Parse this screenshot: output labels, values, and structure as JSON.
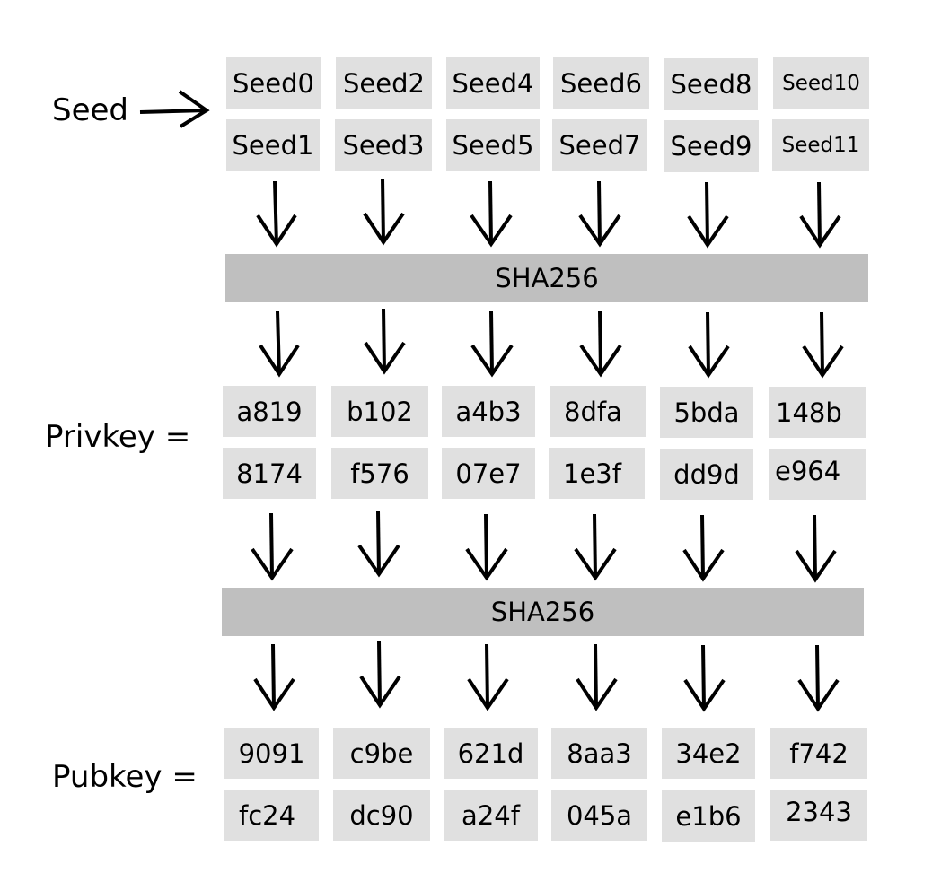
{
  "labels": {
    "seed": "Seed",
    "privkey": "Privkey =",
    "pubkey": "Pubkey ="
  },
  "hash_bars": [
    "SHA256",
    "SHA256"
  ],
  "seeds": [
    [
      "Seed0",
      "Seed2",
      "Seed4",
      "Seed6",
      "Seed8",
      "Seed10"
    ],
    [
      "Seed1",
      "Seed3",
      "Seed5",
      "Seed7",
      "Seed9",
      "Seed11"
    ]
  ],
  "privkeys": [
    [
      "a819",
      "b102",
      "a4b3",
      "8dfa",
      "5bda",
      "148b"
    ],
    [
      "8174",
      "f576",
      "07e7",
      "1e3f",
      "dd9d",
      "e964"
    ]
  ],
  "pubkeys": [
    [
      "9091",
      "c9be",
      "621d",
      "8aa3",
      "34e2",
      "f742"
    ],
    [
      "fc24",
      "dc90",
      "a24f",
      "045a",
      "e1b6",
      "2343"
    ]
  ],
  "colors": {
    "cell": "#e0e0e0",
    "hash_bar": "#bfbfbf",
    "stroke": "#000000"
  }
}
